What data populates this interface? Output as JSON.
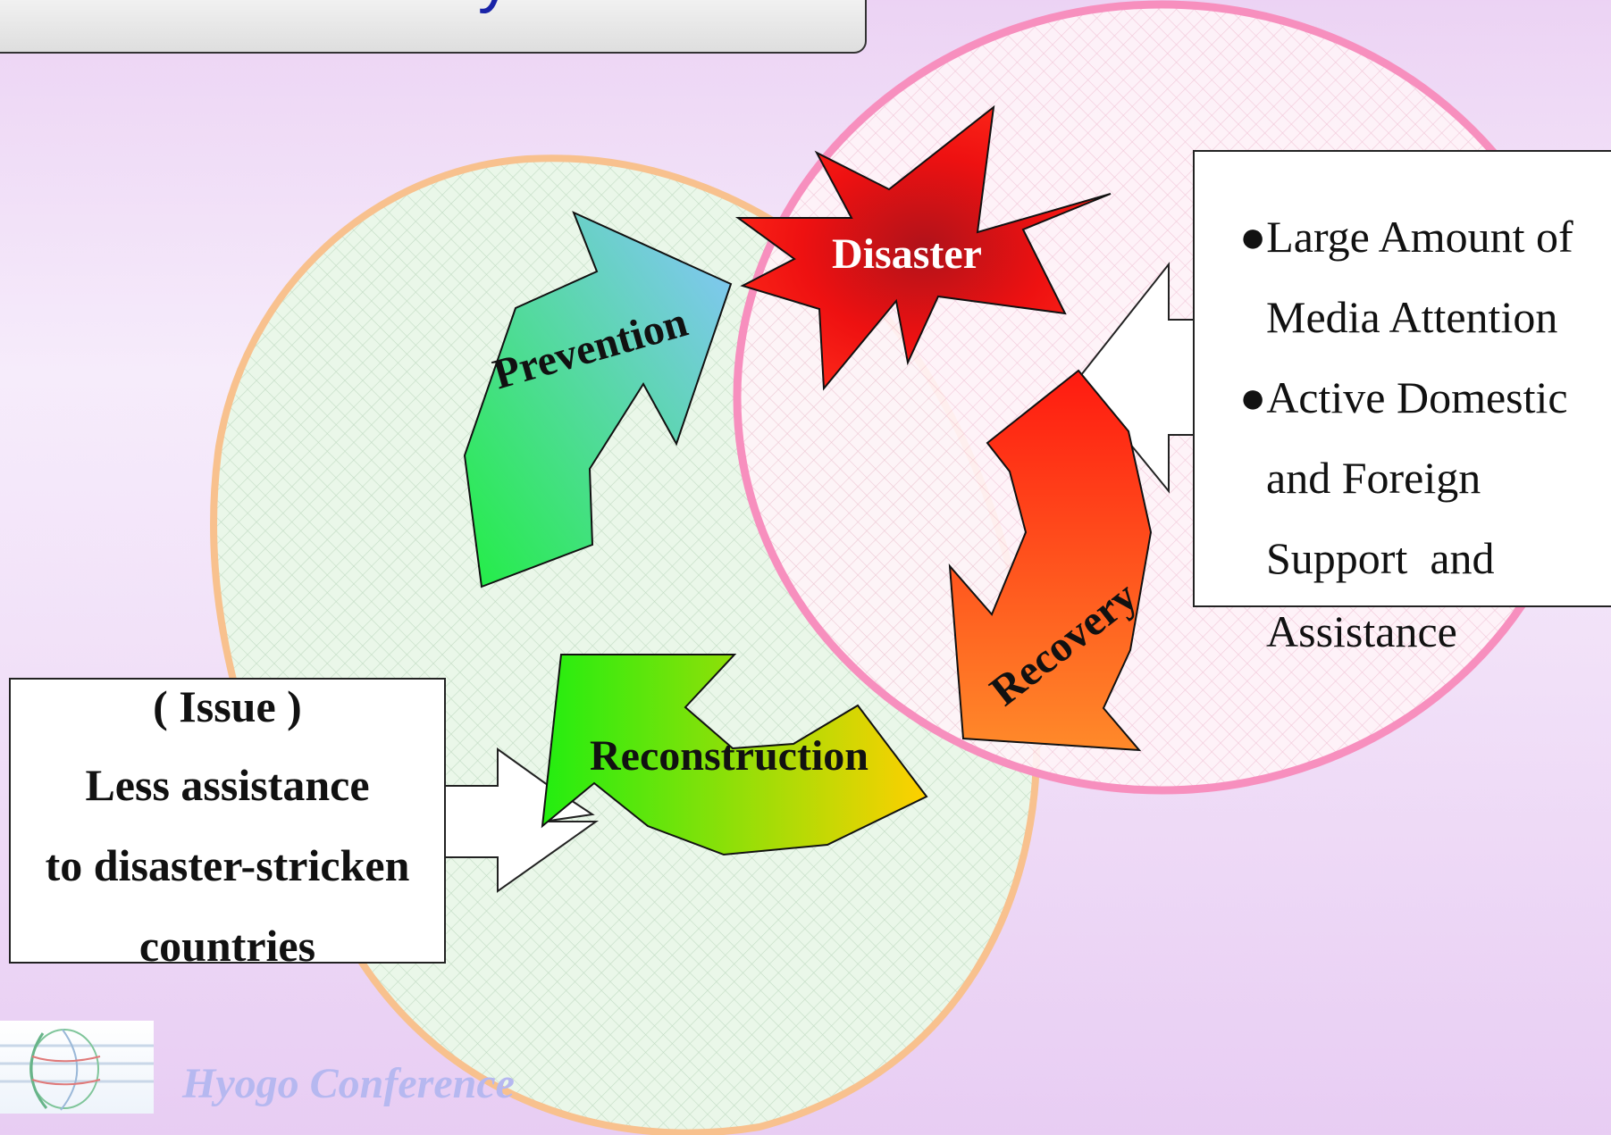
{
  "title": "Disaster Cycle",
  "labels": {
    "disaster": "Disaster",
    "prevention": "Prevention",
    "recovery": "Recovery",
    "reconstruction": "Reconstruction"
  },
  "media_box": {
    "bullet": "●",
    "lines": [
      "Large Amount of",
      "Media Attention",
      "Active Domestic",
      "and Foreign",
      "Support  and",
      "Assistance"
    ]
  },
  "issue_box": {
    "lines": [
      "( Issue )",
      "Less assistance",
      "to disaster-stricken",
      "countries"
    ]
  },
  "footer": {
    "brand": "Hyogo Conference"
  },
  "colors": {
    "pink_circle_stroke": "#f78fbe",
    "green_blob_stroke": "#f8c18e",
    "title_text": "#1a24a8",
    "disaster_star": "#ee1111",
    "brand_text": "#b6b8f0"
  }
}
